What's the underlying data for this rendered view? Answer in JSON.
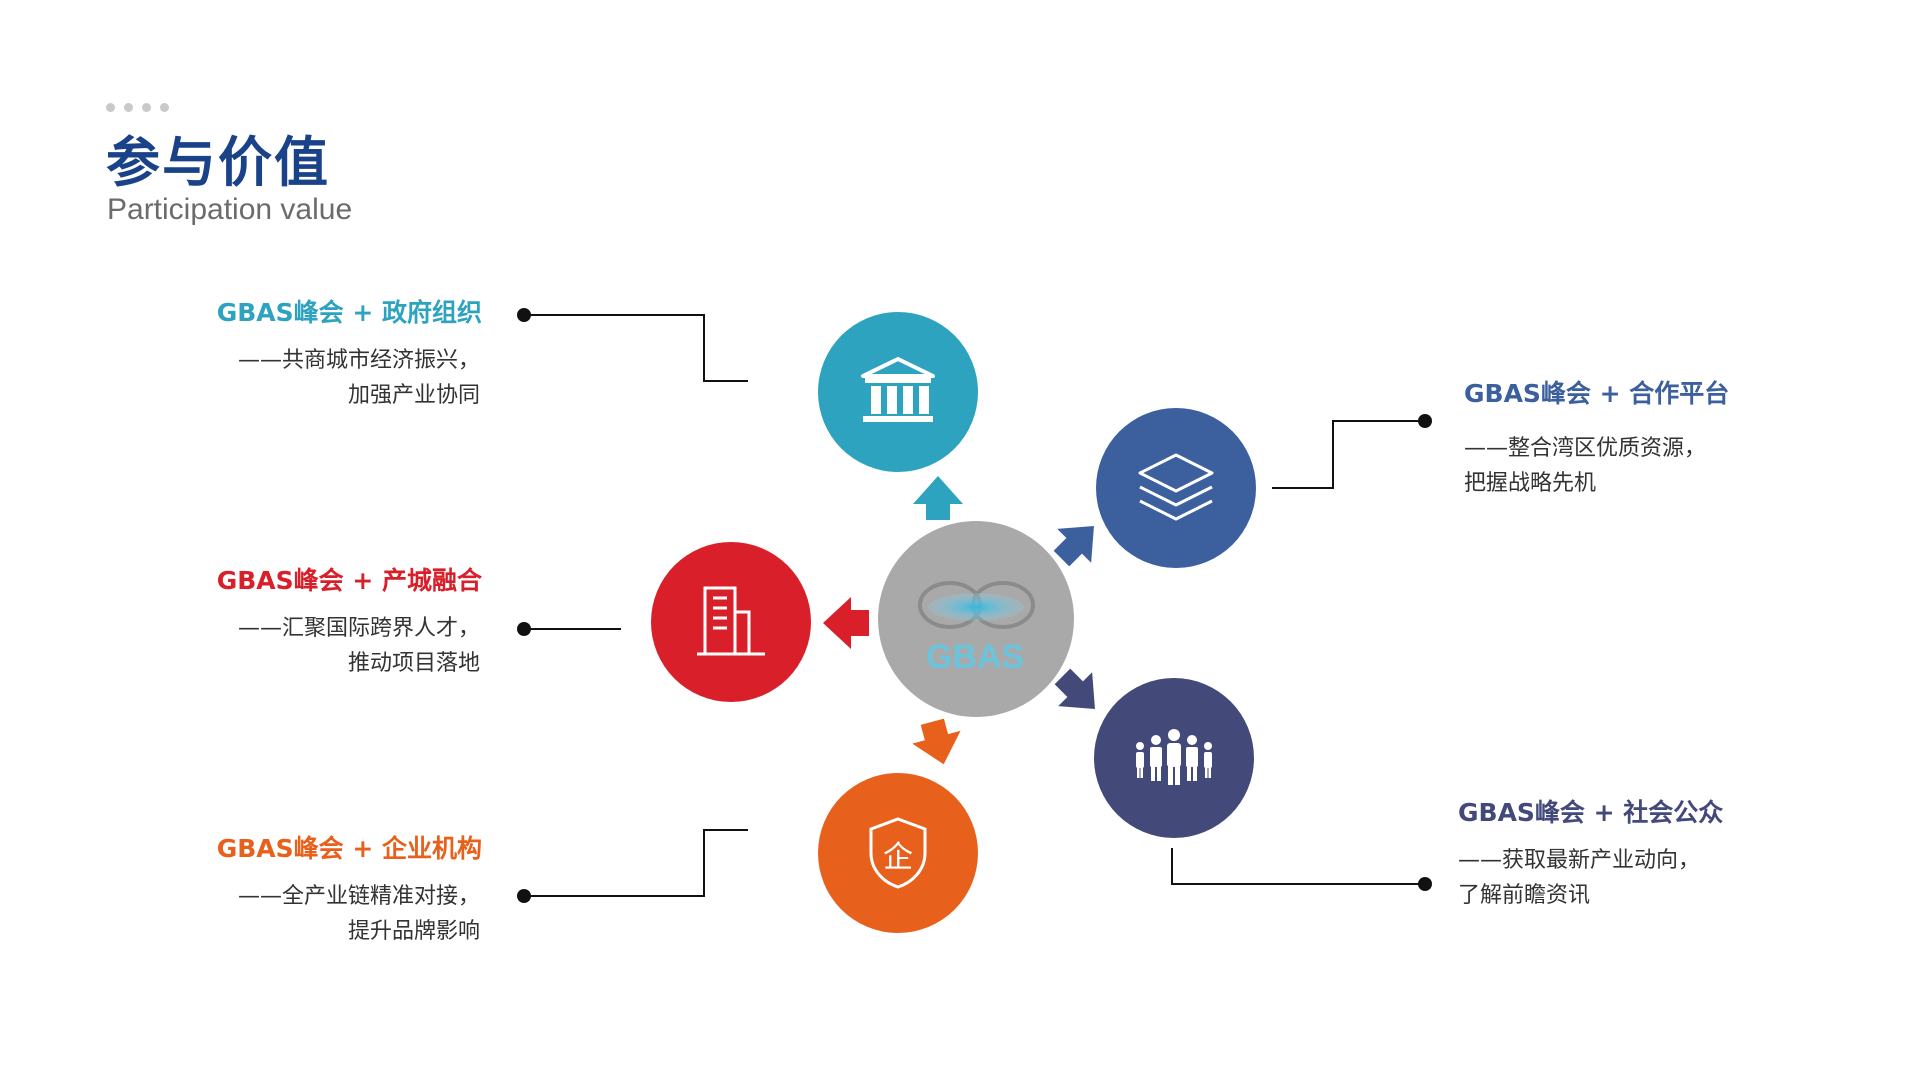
{
  "header": {
    "title": "参与价值",
    "subtitle": "Participation value"
  },
  "center": {
    "label": "GBAS",
    "icon": "infinity-logo-icon",
    "color": "#a9a9a9"
  },
  "nodes": [
    {
      "id": "government",
      "title": "GBAS峰会 + 政府组织",
      "desc_line1": "——共商城市经济振兴，",
      "desc_line2": "加强产业协同",
      "icon": "bank-building-icon",
      "color": "#2ea3bf"
    },
    {
      "id": "city",
      "title": "GBAS峰会 + 产城融合",
      "desc_line1": "——汇聚国际跨界人才，",
      "desc_line2": "推动项目落地",
      "icon": "city-building-icon",
      "color": "#d9202a"
    },
    {
      "id": "enterprise",
      "title": "GBAS峰会 + 企业机构",
      "desc_line1": "——全产业链精准对接，",
      "desc_line2": "提升品牌影响",
      "icon": "enterprise-shield-icon",
      "icon_char": "企",
      "color": "#e8611c"
    },
    {
      "id": "platform",
      "title": "GBAS峰会 + 合作平台",
      "desc_line1": "——整合湾区优质资源，",
      "desc_line2": "把握战略先机",
      "icon": "layers-icon",
      "color": "#3c5f9e"
    },
    {
      "id": "public",
      "title": "GBAS峰会 + 社会公众",
      "desc_line1": "——获取最新产业动向，",
      "desc_line2": "了解前瞻资讯",
      "icon": "people-group-icon",
      "color": "#434a7a"
    }
  ]
}
